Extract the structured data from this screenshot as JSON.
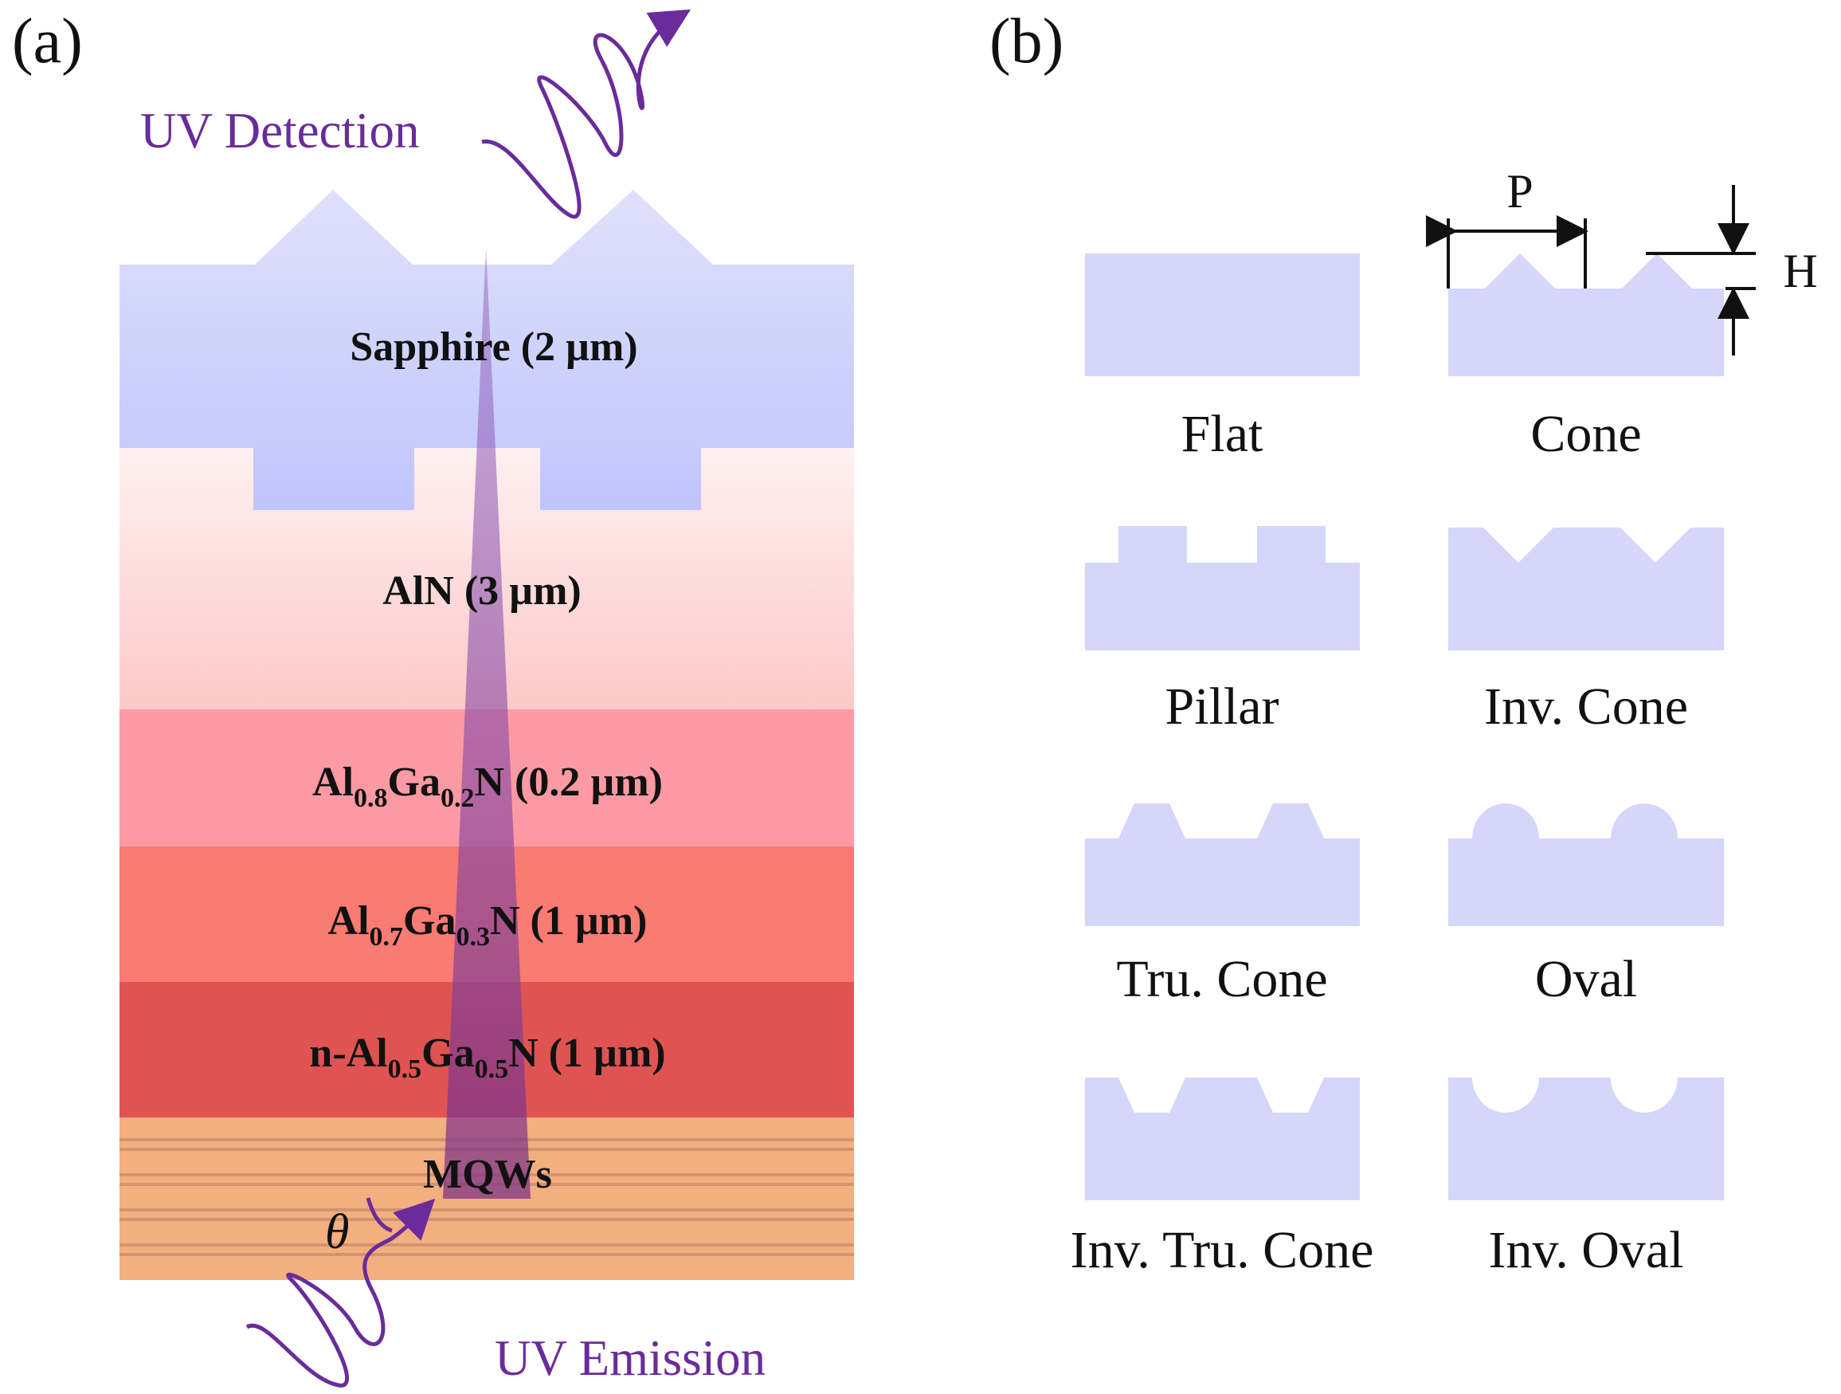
{
  "panels": {
    "a": "(a)",
    "b": "(b)"
  },
  "uv_detection": "UV Detection",
  "uv_emission": "UV Emission",
  "theta": "θ",
  "layers": {
    "sapphire": {
      "text": "Sapphire (2 µm)"
    },
    "aln": {
      "text": "AlN (3 µm)"
    },
    "al08": {
      "a": "Al",
      "s1": "0.8",
      "b": "Ga",
      "s2": "0.2",
      "c": "N (0.2 µm)"
    },
    "al07": {
      "a": "Al",
      "s1": "0.7",
      "b": "Ga",
      "s2": "0.3",
      "c": "N (1 µm)"
    },
    "al05": {
      "a": "n-Al",
      "s1": "0.5",
      "b": "Ga",
      "s2": "0.5",
      "c": "N (1 µm)"
    },
    "mqws": {
      "text": "MQWs"
    }
  },
  "shapes": [
    {
      "label": "Flat"
    },
    {
      "label": "Cone"
    },
    {
      "label": "Pillar"
    },
    {
      "label": "Inv. Cone"
    },
    {
      "label": "Tru. Cone"
    },
    {
      "label": "Oval"
    },
    {
      "label": "Inv. Tru. Cone"
    },
    {
      "label": "Inv. Oval"
    }
  ],
  "dimensions": {
    "period": "P",
    "height": "H"
  },
  "colors": {
    "pattern_fill": "#d4d6fa",
    "sapphire": "#ccd0fa",
    "aln": "#fde0e0",
    "al08": "#fc9aa3",
    "al07": "#fa7b72",
    "al05": "#df5452",
    "mqw": "#f3af7f",
    "beam": "#7e3f9c",
    "uv": "#6a2c9a"
  }
}
